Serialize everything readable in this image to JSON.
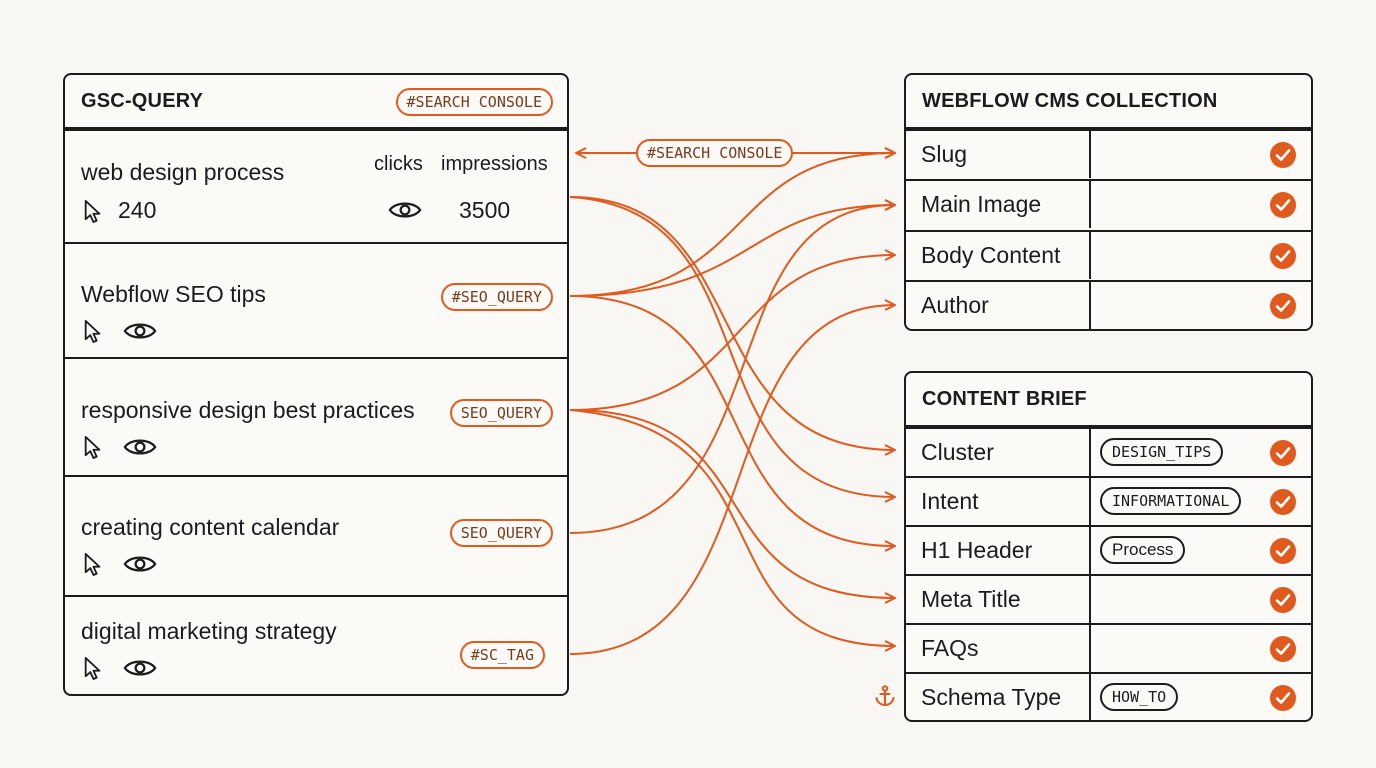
{
  "colors": {
    "accent": "#e05a1e",
    "ink": "#1c1c1c",
    "background": "#f8f7f4"
  },
  "gsc_panel": {
    "title": "GSC-QUERY",
    "tag": "#SEARCH CONSOLE",
    "metric_headers": {
      "clicks": "clicks",
      "impressions": "impressions"
    },
    "rows": [
      {
        "query": "web design process",
        "clicks": "240",
        "impressions": "3500",
        "tag": ""
      },
      {
        "query": "Webflow SEO tips",
        "tag": "#SEO_QUERY"
      },
      {
        "query": "responsive design best practices",
        "tag": "SEO_QUERY"
      },
      {
        "query": "creating content calendar",
        "tag": "SEO_QUERY"
      },
      {
        "query": "digital marketing strategy",
        "tag": "#SC_TAG"
      }
    ]
  },
  "connector_tag": "#SEARCH CONSOLE",
  "cms_panel": {
    "title": "WEBFLOW CMS COLLECTION",
    "fields": [
      {
        "name": "Slug",
        "checked": true
      },
      {
        "name": "Main Image",
        "checked": true
      },
      {
        "name": "Body Content",
        "checked": true
      },
      {
        "name": "Author",
        "checked": true
      }
    ]
  },
  "brief_panel": {
    "title": "CONTENT BRIEF",
    "fields": [
      {
        "name": "Cluster",
        "value": "DESIGN_TIPS",
        "checked": true
      },
      {
        "name": "Intent",
        "value": "INFORMATIONAL",
        "checked": true
      },
      {
        "name": "H1 Header",
        "value": "Process",
        "checked": true
      },
      {
        "name": "Meta Title",
        "value": "",
        "checked": true
      },
      {
        "name": "FAQs",
        "value": "",
        "checked": true
      },
      {
        "name": "Schema Type",
        "value": "HOW_TO",
        "checked": true
      }
    ]
  },
  "icons": {
    "pointer": "cursor-pointer-icon",
    "eye": "eye-icon",
    "check": "check-circle-icon",
    "anchor": "anchor-icon"
  }
}
